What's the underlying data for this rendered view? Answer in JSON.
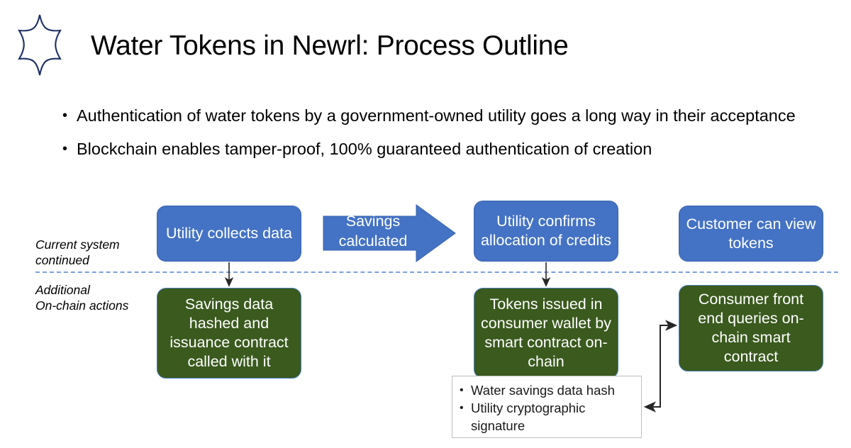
{
  "slide": {
    "title": "Water Tokens in Newrl: Process Outline",
    "logo_icon": "six-point-star-burst-icon",
    "bullets": [
      "Authentication of water tokens by a government-owned utility goes a long way in their acceptance",
      "Blockchain enables tamper-proof, 100% guaranteed authentication of creation"
    ],
    "bullet_marker": "•"
  },
  "diagram": {
    "lanes": [
      {
        "id": "current-system",
        "line1": "Current system",
        "line2": "continued"
      },
      {
        "id": "additional-on-chain",
        "line1": "Additional",
        "line2": "On-chain actions"
      }
    ],
    "top_row": [
      {
        "id": "utility-collects-data",
        "text": "Utility collects data"
      },
      {
        "id": "utility-confirms-allocation",
        "text": "Utility confirms allocation of credits"
      },
      {
        "id": "customer-view-tokens",
        "text": "Customer can view tokens"
      }
    ],
    "bottom_row": [
      {
        "id": "savings-data-hashed",
        "text": "Savings data hashed and issuance contract called with it"
      },
      {
        "id": "tokens-issued",
        "text": "Tokens issued in consumer wallet by  smart contract on-chain"
      },
      {
        "id": "consumer-front-end",
        "text": "Consumer front end queries on-chain smart contract"
      }
    ],
    "process_arrow": {
      "id": "savings-calculated",
      "line1": "Savings",
      "line2": "calculated"
    },
    "callout": {
      "marker": "•",
      "items": [
        "Water savings data hash",
        "Utility cryptographic signature"
      ]
    }
  },
  "colors": {
    "accent_blue": "#4472C4",
    "dark_green": "#3A5A1E",
    "logo_navy": "#1F3064",
    "divider_blue": "#7C9FE0",
    "callout_border": "#BFBFBF",
    "connector_black": "#262626",
    "text_white": "#FFFFFF",
    "text_black": "#000000"
  }
}
